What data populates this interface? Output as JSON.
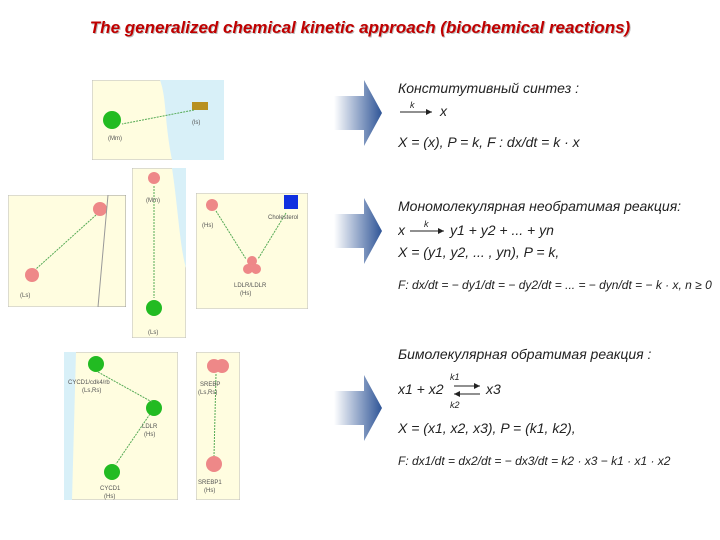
{
  "title": "The generalized chemical kinetic approach (biochemical reactions)",
  "sections": [
    {
      "title": "Конститутивный синтез :",
      "arrow_label": "k",
      "product": "x",
      "formula": "X = (x),  P = k, F : dx/dt = k · x"
    },
    {
      "title": "Мономолекулярная необратимая реакция:",
      "arrow_label": "k",
      "reactant": "x",
      "products": "y1 + y2 + ... + yn",
      "vars": "X = (y1, y2, ... , yn),  P = k,",
      "formula": "F: dx/dt = − dy1/dt = − dy2/dt = ... = − dyn/dt = − k · x, n ≥ 0"
    },
    {
      "title": "Бимолекулярная обратимая реакция :",
      "k_forward": "k1",
      "k_backward": "k2",
      "reaction": "x1 + x2 ⇄ x3",
      "vars": "X = (x1, x2, x3),  P = (k1, k2),",
      "formula": "F: dx1/dt = dx2/dt = − dx3/dt = k2 · x3 − k1 · x1 · x2"
    }
  ],
  "diagram_labels": {
    "d1_top": "(ls)",
    "d1_node": "(Mm)",
    "d2_top": "(Mm)",
    "d2_bottom": "(Ls)",
    "d3_node_a": "(Ls)",
    "d3_node_b": "(Hs)",
    "d3_cholesterol": "Cholesterol",
    "d3_ldlrldlr": "LDLR/LDLR",
    "d4_label_1": "CYCD1/cdk4/rb",
    "d4_label_1b": "(Ls,Rs)",
    "d4_label_2": "LDLR",
    "d4_label_2b": "(Hs)",
    "d4_label_3": "CYCD1",
    "d4_label_3b": "(Hs)",
    "d5_label_1": "SREBP",
    "d5_label_1b": "(Ls,Rs)",
    "d5_label_2": "SREBP1",
    "d5_label_2b": "(Hs)"
  }
}
